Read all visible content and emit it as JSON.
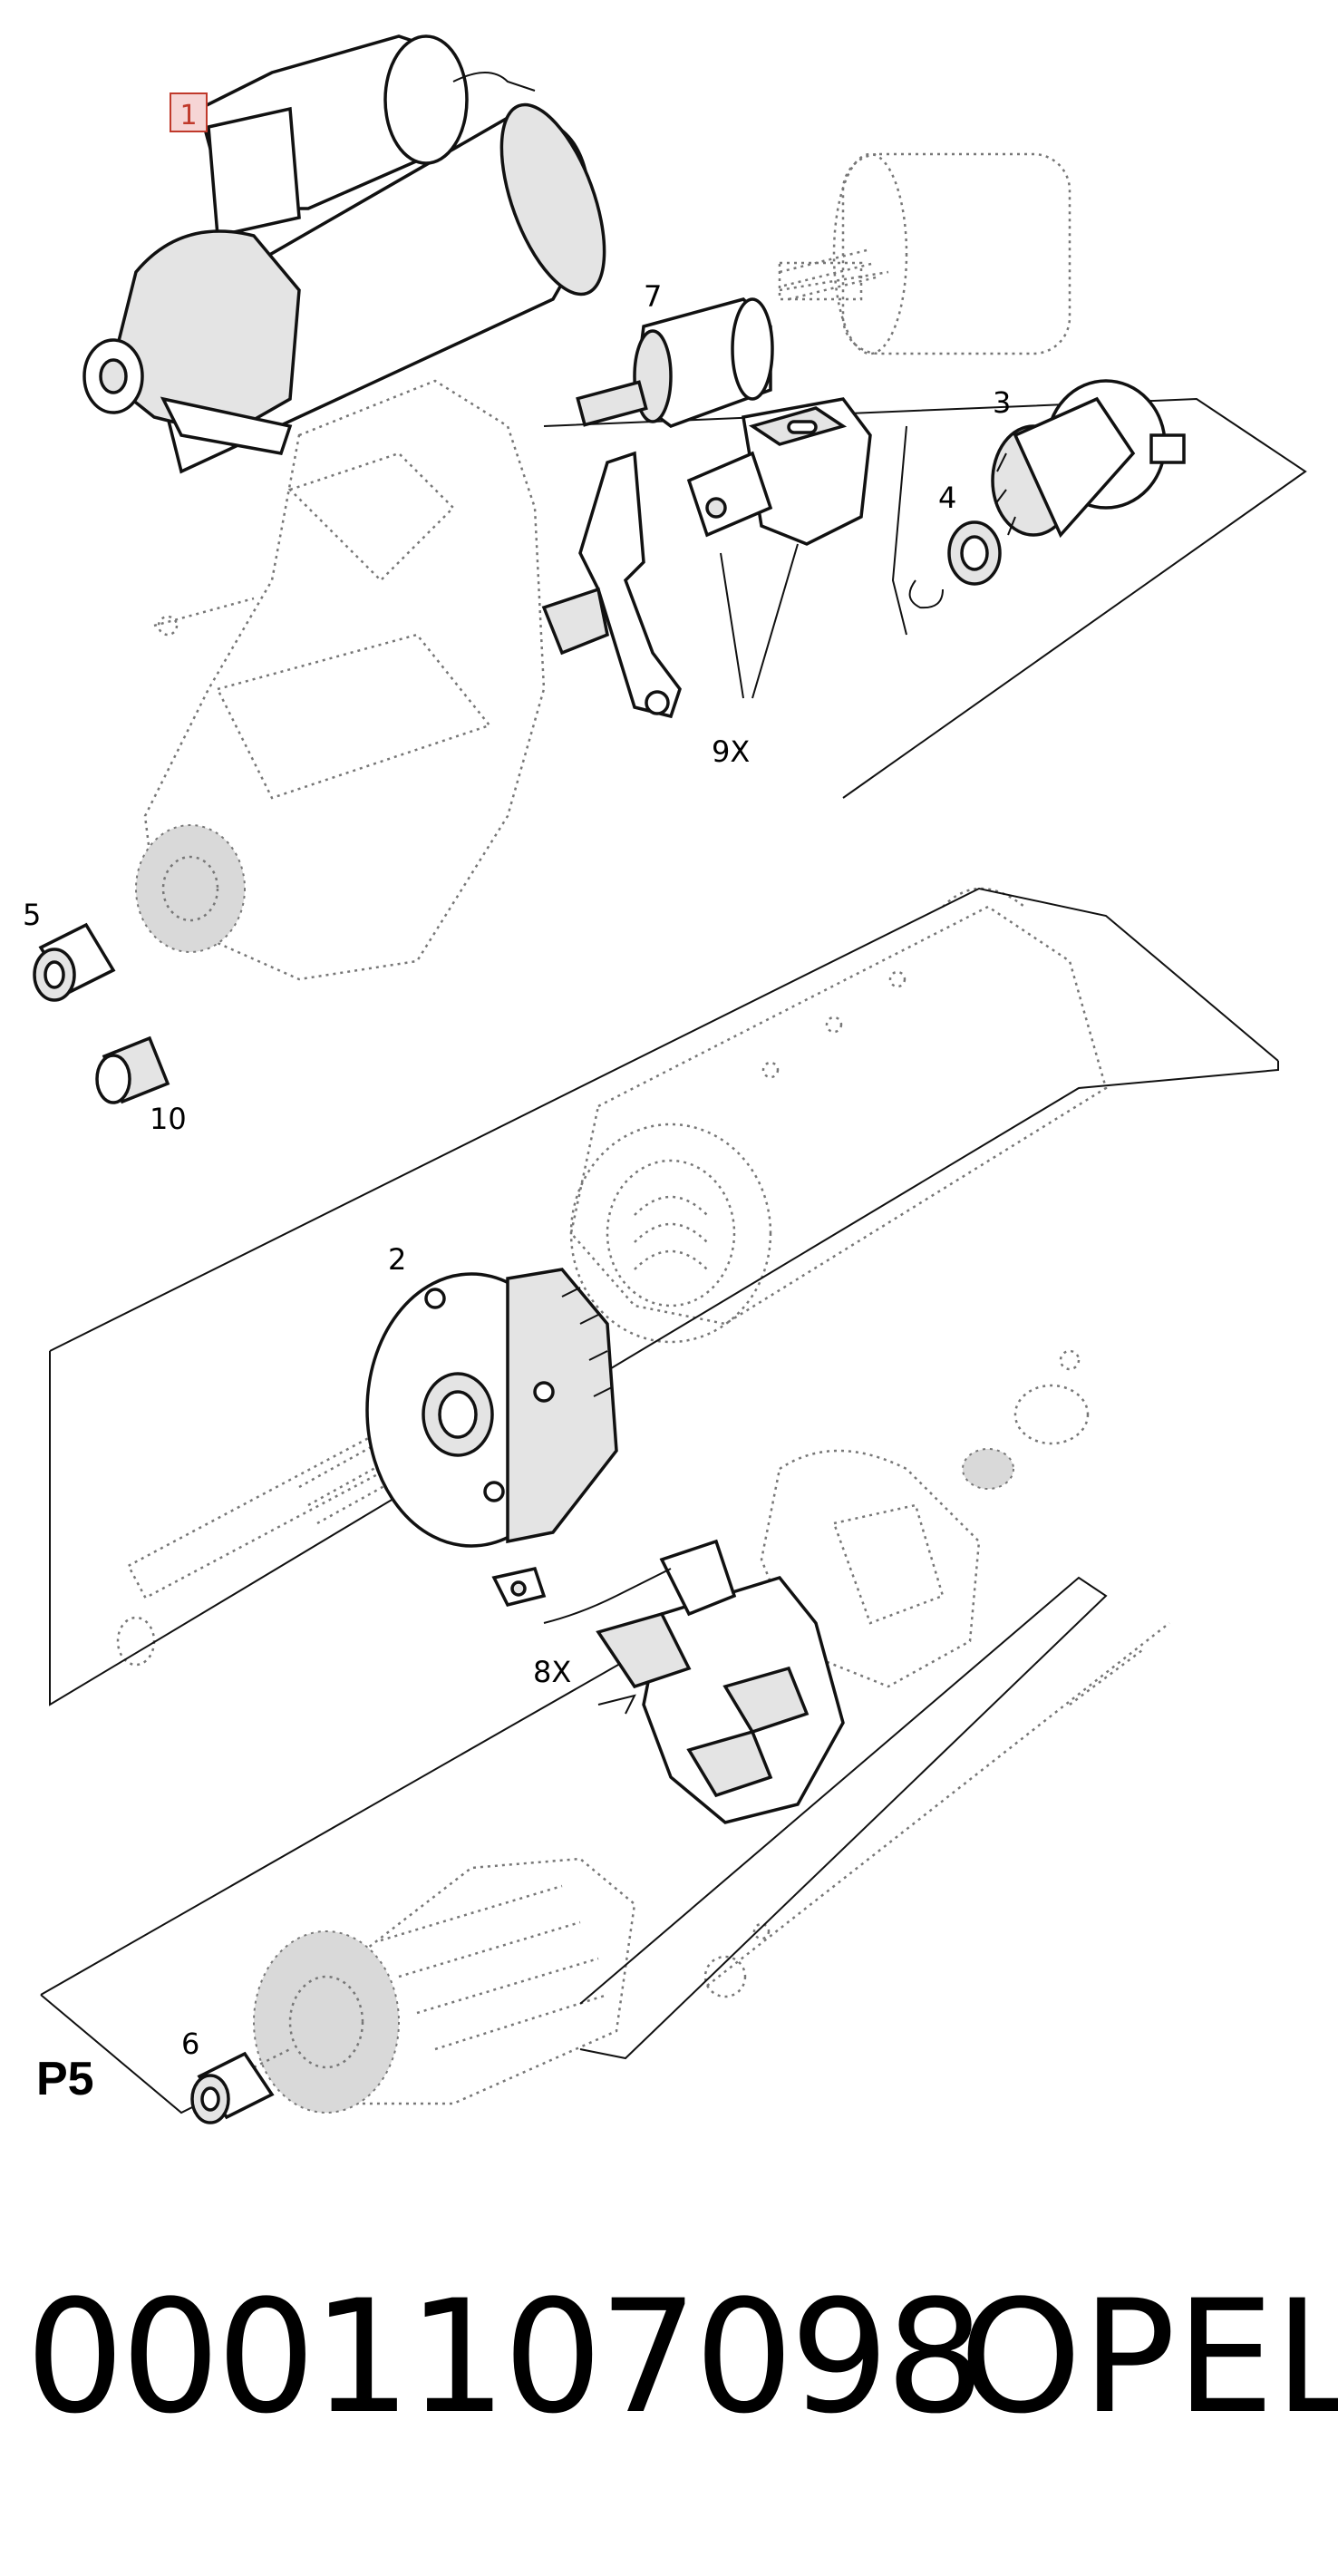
{
  "callouts": {
    "c1": "1",
    "c2": "2",
    "c3": "3",
    "c4": "4",
    "c5": "5",
    "c6": "6",
    "c7": "7",
    "c8": "8X",
    "c9": "9X",
    "c10": "10"
  },
  "page_label": "P5",
  "footer": {
    "part_number": "0001107098",
    "brand": "OPEL"
  },
  "colors": {
    "callout_highlight": "#c0392b",
    "callout_highlight_fill": "#f6d5d5"
  }
}
